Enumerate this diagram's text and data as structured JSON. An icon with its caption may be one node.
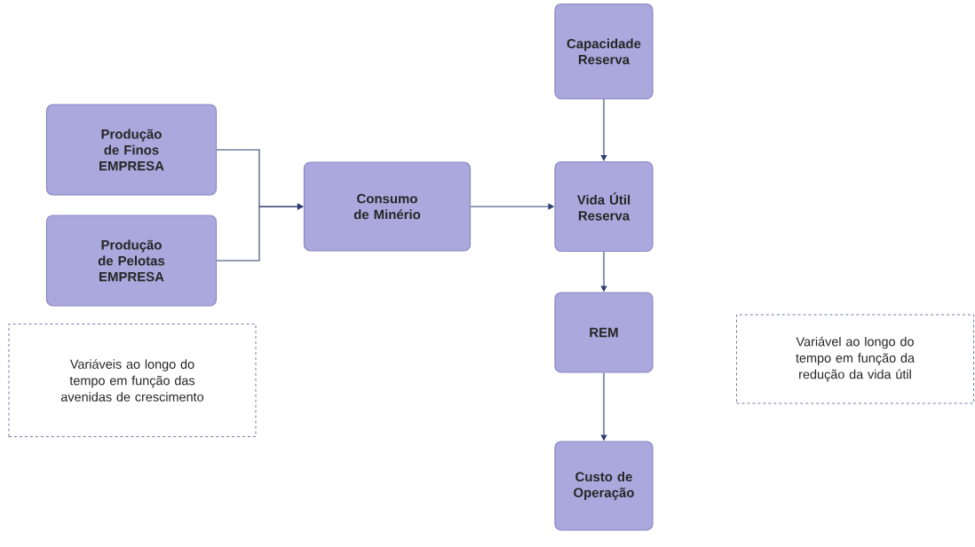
{
  "diagram": {
    "nodes": [
      {
        "text": [
          "Capacidade Reserva"
        ]
      },
      {
        "text": [
          "Produção de Finos EMPRESA"
        ]
      },
      {
        "text": [
          "Produção de Pelotas EMPRESA"
        ]
      },
      {
        "text": [
          "Consumo de Minério"
        ]
      },
      {
        "text": [
          "Vida Útil Reserva"
        ]
      },
      {
        "text": [
          "REM"
        ]
      },
      {
        "text": [
          "Custo de Operação"
        ]
      },
      {
        "text": [
          "Variáveis ao longo do tempo em função das avenidas de crescimento"
        ]
      },
      {
        "text": [
          "Variável ao longo do tempo em função da redução da vida útil"
        ]
      }
    ],
    "edges": [
      {
        "from": 1,
        "to": 3,
        "arrow": "to"
      },
      {
        "from": 2,
        "to": 3,
        "arrow": "to"
      },
      {
        "from": 3,
        "to": 4,
        "arrow": "to"
      },
      {
        "from": 0,
        "to": 4,
        "arrow": "to"
      },
      {
        "from": 4,
        "to": 5,
        "arrow": "to"
      },
      {
        "from": 5,
        "to": 6,
        "arrow": "to"
      }
    ]
  }
}
